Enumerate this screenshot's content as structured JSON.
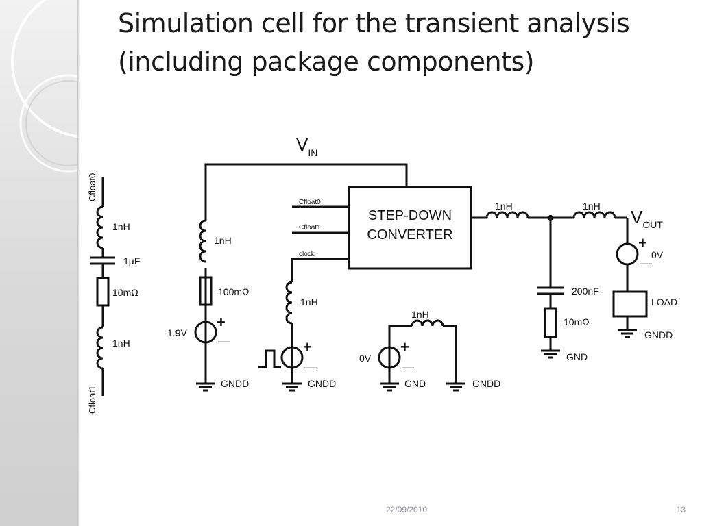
{
  "slide": {
    "title_line1": "Simulation cell for the transient analysis",
    "title_line2": "(including package components)",
    "date": "22/09/2010",
    "page_number": "13"
  },
  "schematic": {
    "vin_main": "V",
    "vin_sub": "IN",
    "vout_main": "V",
    "vout_sub": "OUT",
    "converter_line1": "STEP-DOWN",
    "converter_line2": "CONVERTER",
    "pin_cfloat0": "Cfloat0",
    "pin_cfloat1": "Cfloat1",
    "pin_clock": "clock",
    "left_top_label": "Cfloat0",
    "left_bottom_label": "Cfloat1",
    "left_l1": "1nH",
    "left_c": "1µF",
    "left_r": "10mΩ",
    "left_l2": "1nH",
    "vin_l": "1nH",
    "vin_r": "100mΩ",
    "vin_source": "1.9V",
    "gndd_1": "GNDD",
    "clock_l": "1nH",
    "gndd_2": "GNDD",
    "ref_l": "1nH",
    "ref_source": "0V",
    "gnd_1": "GND",
    "gndd_3": "GNDD",
    "out_l1": "1nH",
    "out_l2": "1nH",
    "out_c": "200nF",
    "out_r": "10mΩ",
    "gnd_2": "GND",
    "out_source": "0V",
    "load": "LOAD",
    "gndd_4": "GNDD",
    "plus": "+",
    "minus": "—"
  }
}
